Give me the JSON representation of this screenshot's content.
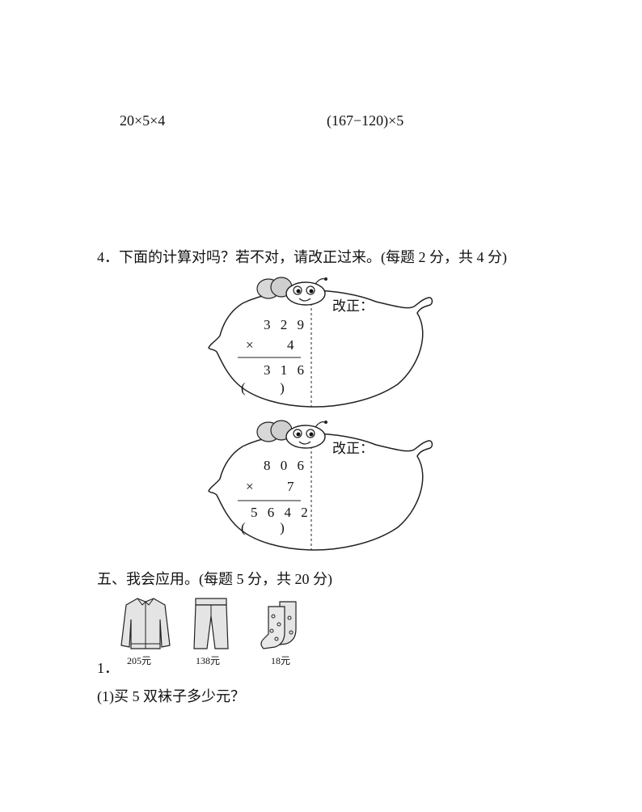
{
  "expressions": {
    "left": "20×5×4",
    "right": "(167−120)×5"
  },
  "question4": {
    "heading": "4．下面的计算对吗？若不对，请改正过来。(每题 2 分，共 4 分)",
    "items": [
      {
        "top": "3 2 9",
        "mult": "4",
        "times": "×",
        "result": "3 1 6",
        "paren": "(          )",
        "correction_label": "改正："
      },
      {
        "top": "8 0 6",
        "mult": "7",
        "times": "×",
        "result": "5 6 4 2",
        "paren": "(          )",
        "correction_label": "改正："
      }
    ]
  },
  "section5": {
    "heading": "五、我会应用。(每题 5 分，共 20 分)",
    "problem_number": "1．",
    "items": [
      {
        "icon": "jacket-icon",
        "price": "205元"
      },
      {
        "icon": "pants-icon",
        "price": "138元"
      },
      {
        "icon": "socks-icon",
        "price": "18元"
      }
    ],
    "sub_question": "(1)买 5 双袜子多少元？"
  }
}
